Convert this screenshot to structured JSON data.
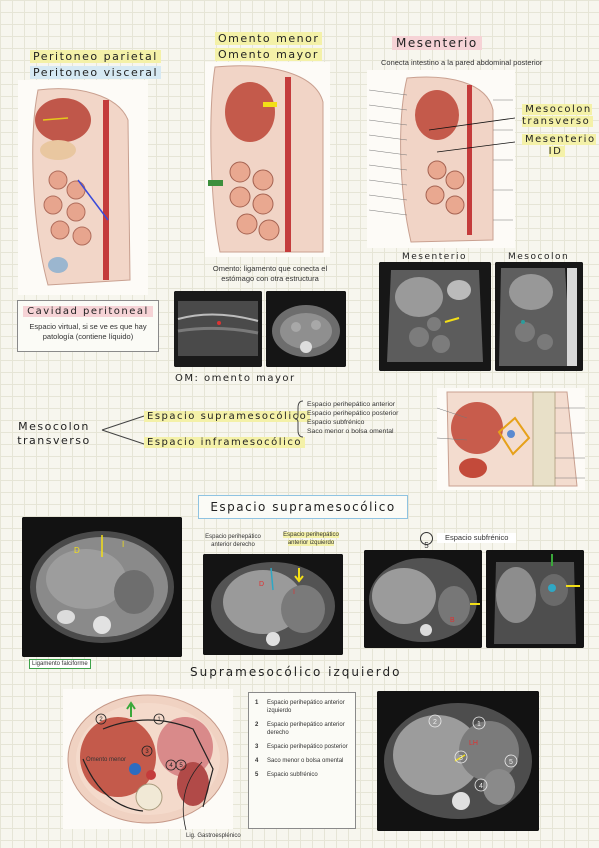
{
  "headings": {
    "peritoneo_parietal": "Peritoneo parietal",
    "peritoneo_visceral": "Peritoneo visceral",
    "omento_menor": "Omento menor",
    "omento_mayor": "Omento mayor",
    "mesenterio": "Mesenterio",
    "mesenterio_desc": "Conecta intestino a la pared abdominal posterior",
    "mesocolon_transverso_label": "Mesocolon transverso",
    "mesenterio_id_label": "Mesenterio ID",
    "mesenterio_ct_label": "Mesenterio",
    "mesocolon_ct_label": "Mesocolon"
  },
  "cavidad": {
    "title": "Cavidad peritoneal",
    "desc": "Espacio virtual, si se ve es que hay patología (contiene líquido)"
  },
  "omento": {
    "desc": "Omento: ligamento que conecta el estómago con otra estructura",
    "om_label": "OM: omento mayor"
  },
  "mesocolon_diagram": {
    "root": "Mesocolon transverso",
    "supra": "Espacio supramesocólico",
    "infra": "Espacio inframesocólico",
    "items": [
      "Espacio perihepático anterior",
      "Espacio perihepático posterior",
      "Espacio subfrénico",
      "Saco menor o bolsa omental"
    ]
  },
  "supra_section": {
    "title": "Espacio supramesocólico",
    "lig_falciforme": "Ligamento falciforme",
    "label_der": "Espacio perihepático anterior derecho",
    "label_izq": "Espacio perihepático anterior izquierdo",
    "subfrenico_num": "5",
    "subfrenico": "Espacio subfrénico"
  },
  "izq_section": {
    "title": "Supramesocólico izquierdo",
    "omento_menor": "Omento menor",
    "lig_gastroesplenico": "Lig. Gastroesplénico",
    "legend": [
      {
        "num": "1",
        "text": "Espacio perihepático anterior izquierdo"
      },
      {
        "num": "2",
        "text": "Espacio perihepático anterior derecho"
      },
      {
        "num": "3",
        "text": "Espacio perihepático posterior"
      },
      {
        "num": "4",
        "text": "Saco menor o bolsa omental"
      },
      {
        "num": "5",
        "text": "Espacio subfrénico"
      }
    ],
    "ct_labels": [
      "1",
      "2",
      "3",
      "4",
      "5"
    ]
  },
  "colors": {
    "accent_yellow": "#f4f1a8",
    "accent_pink": "#f6d3d6",
    "accent_blue": "#d6e9f3",
    "accent_green": "#8cc08c"
  }
}
